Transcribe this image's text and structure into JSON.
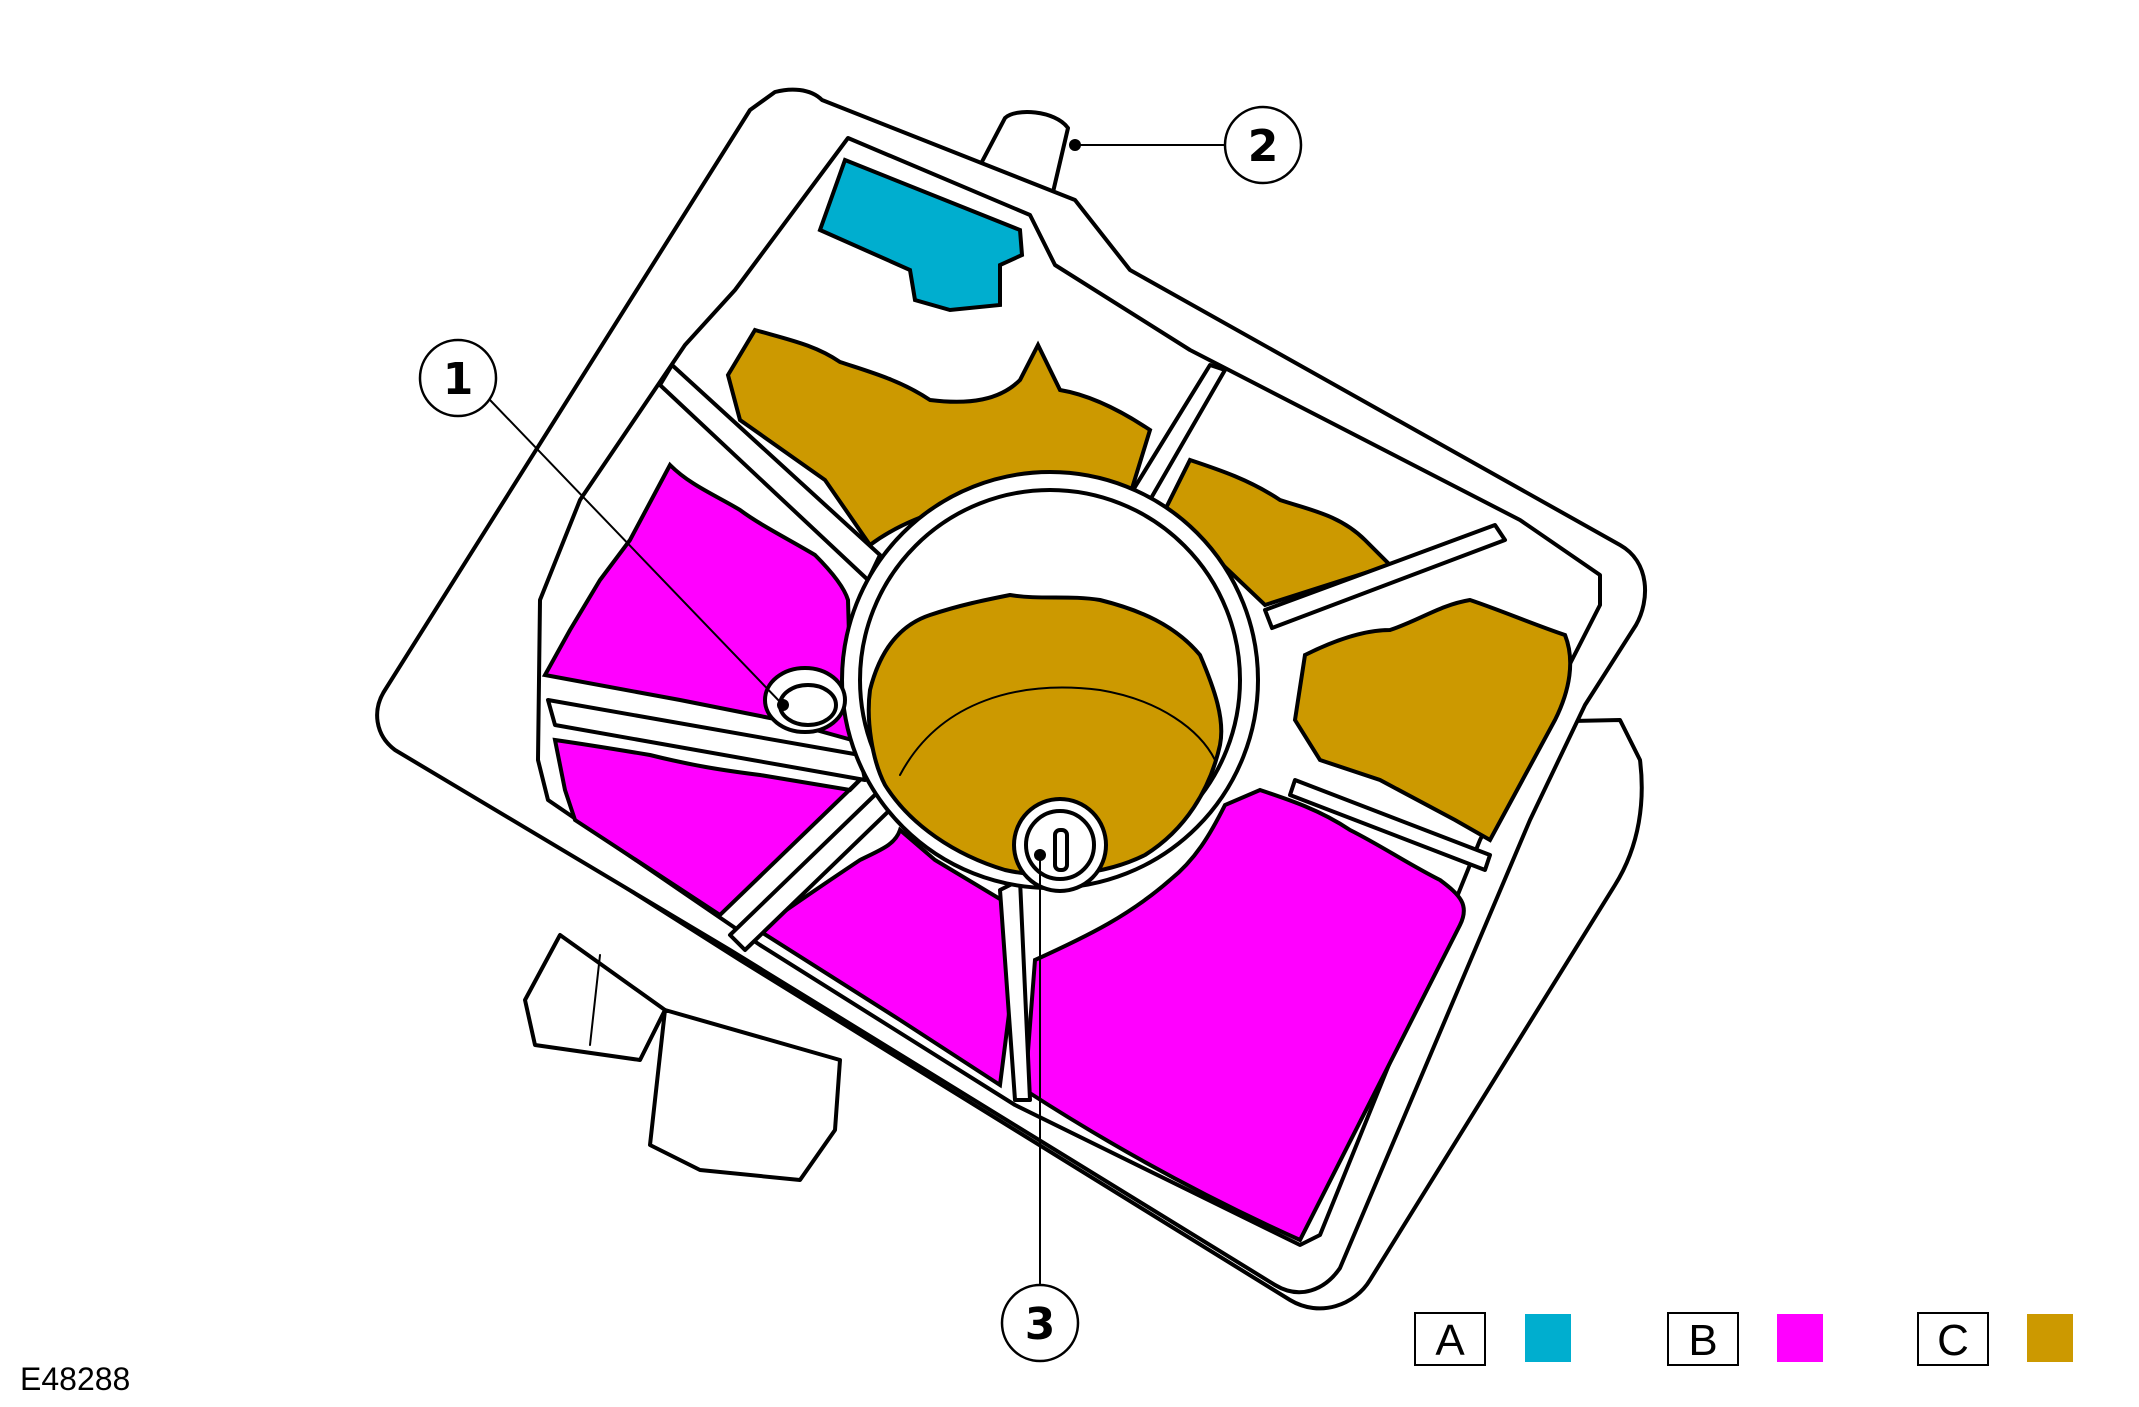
{
  "callouts": [
    {
      "number": "1"
    },
    {
      "number": "2"
    },
    {
      "number": "3"
    }
  ],
  "legend": [
    {
      "label": "A",
      "color": "#00AECF"
    },
    {
      "label": "B",
      "color": "#FF00FF"
    },
    {
      "label": "C",
      "color": "#CC9900"
    }
  ],
  "figure_id": "E48288",
  "colors": {
    "fluid_a": "#00AECF",
    "fluid_b": "#FF00FF",
    "fluid_c": "#CC9900",
    "outline": "#000000",
    "body": "#FFFFFF"
  }
}
